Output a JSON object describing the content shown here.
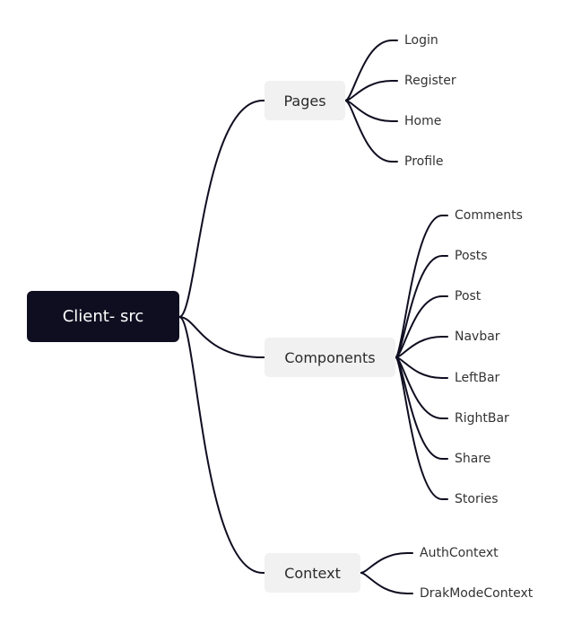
{
  "root": {
    "label": "Client- src"
  },
  "branches": [
    {
      "label": "Pages",
      "children": [
        "Login",
        "Register",
        "Home",
        "Profile"
      ]
    },
    {
      "label": "Components",
      "children": [
        "Comments",
        "Posts",
        "Post",
        "Navbar",
        "LeftBar",
        "RightBar",
        "Share",
        "Stories"
      ]
    },
    {
      "label": "Context",
      "children": [
        "AuthContext",
        "DrakModeContext"
      ]
    }
  ],
  "colors": {
    "root_bg": "#0f0e21",
    "branch_bg": "#f1f1f2",
    "line": "#0f0e21"
  }
}
